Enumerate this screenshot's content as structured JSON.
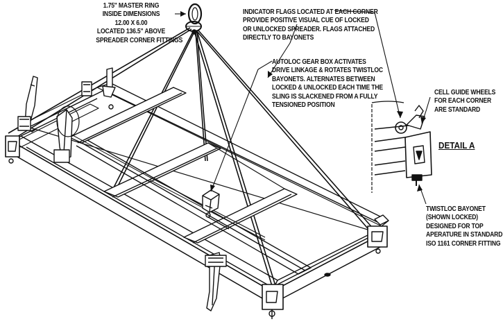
{
  "callouts": {
    "master_ring": [
      "1.75\" MASTER RING",
      "INSIDE DIMENSIONS",
      "12.00 X 6.00",
      "LOCATED 136.5\" ABOVE",
      "SPREADER CORNER FITTINGS"
    ],
    "indicator_flags": [
      "INDICATOR FLAGS LOCATED AT EACH CORNER",
      "PROVIDE POSITIVE VISUAL CUE OF LOCKED",
      "OR UNLOCKED SPREADER. FLAGS ATTACHED",
      "DIRECTLY TO BAYONETS"
    ],
    "autoloc_gear_box": [
      "AUTOLOC GEAR BOX ACTIVATES",
      "DRIVE LINKAGE & ROTATES TWISTLOC",
      "BAYONETS. ALTERNATES BETWEEN",
      "LOCKED & UNLOCKED EACH TIME THE",
      "SLING IS SLACKENED FROM A FULLY",
      "TENSIONED POSITION"
    ],
    "cell_guide_wheels": [
      "CELL GUIDE WHEELS",
      "FOR EACH CORNER",
      "ARE STANDARD"
    ],
    "twistloc_bayonet": [
      "TWISTLOC BAYONET",
      "(SHOWN LOCKED)",
      "DESIGNED FOR TOP",
      "APERATURE IN STANDARD",
      "ISO 1161 CORNER FITTING"
    ]
  },
  "detail_title": "DETAIL A",
  "colors": {
    "ink": "#111111",
    "background": "#ffffff"
  }
}
